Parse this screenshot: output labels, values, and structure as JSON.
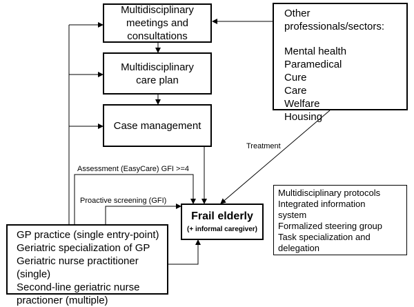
{
  "boxes": {
    "meetings": "Multidisciplinary\nmeetings and\nconsultations",
    "care_plan": "Multidisciplinary\ncare plan",
    "case_management": "Case management",
    "frail_elderly_title": "Frail elderly",
    "frail_elderly_sub": "(+ informal caregiver)",
    "professionals_title": "Other\nprofessionals/sectors:",
    "professionals_items": [
      "Mental health",
      "Paramedical",
      "Cure",
      "Care",
      "Welfare",
      "Housing"
    ],
    "gp_items": [
      "GP practice (single entry-point)",
      "Geriatric specialization of GP",
      "Geriatric nurse practitioner (single)",
      "Second-line geriatric nurse\npractioner (multiple)"
    ],
    "protocols_items": [
      "Multidisciplinary protocols",
      "Integrated information\nsystem",
      "Formalized steering group",
      "Task specialization and\ndelegation"
    ]
  },
  "labels": {
    "treatment": "Treatment",
    "assessment": "Assessment (EasyCare) GFI >=4",
    "screening": "Proactive screening (GFI)"
  }
}
